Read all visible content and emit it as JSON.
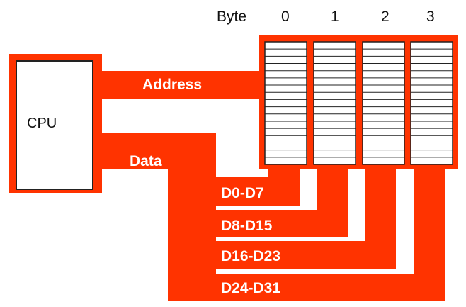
{
  "colors": {
    "bus": "#ff3300",
    "outline": "#222222",
    "background": "#ffffff"
  },
  "cpu_label": "CPU",
  "byte_header": "Byte",
  "bytes": [
    "0",
    "1",
    "2",
    "3"
  ],
  "address_label": "Address",
  "data_label": "Data",
  "lanes": [
    "D0-D7",
    "D8-D15",
    "D16-D23",
    "D24-D31"
  ]
}
